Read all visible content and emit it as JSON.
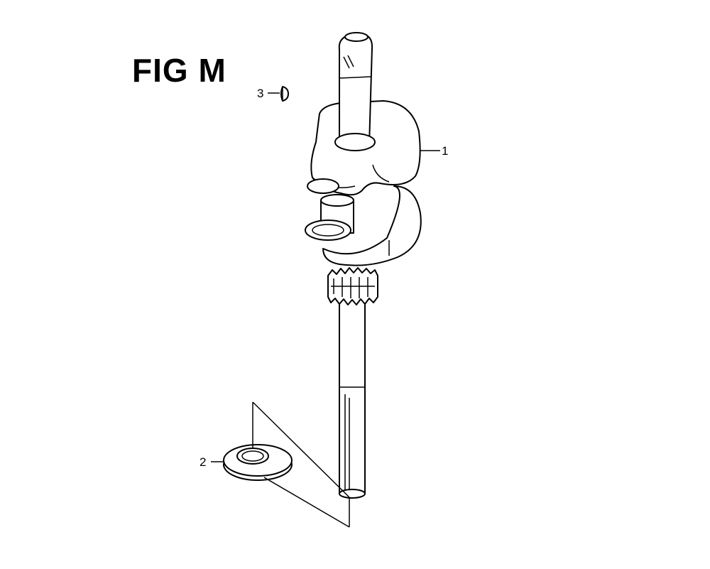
{
  "figure": {
    "title": "FIG M",
    "callouts": [
      {
        "id": "1",
        "part": "crankshaft"
      },
      {
        "id": "2",
        "part": "oil-seal"
      },
      {
        "id": "3",
        "part": "woodruff-key"
      }
    ]
  },
  "colors": {
    "line": "#000000",
    "background": "#ffffff"
  }
}
